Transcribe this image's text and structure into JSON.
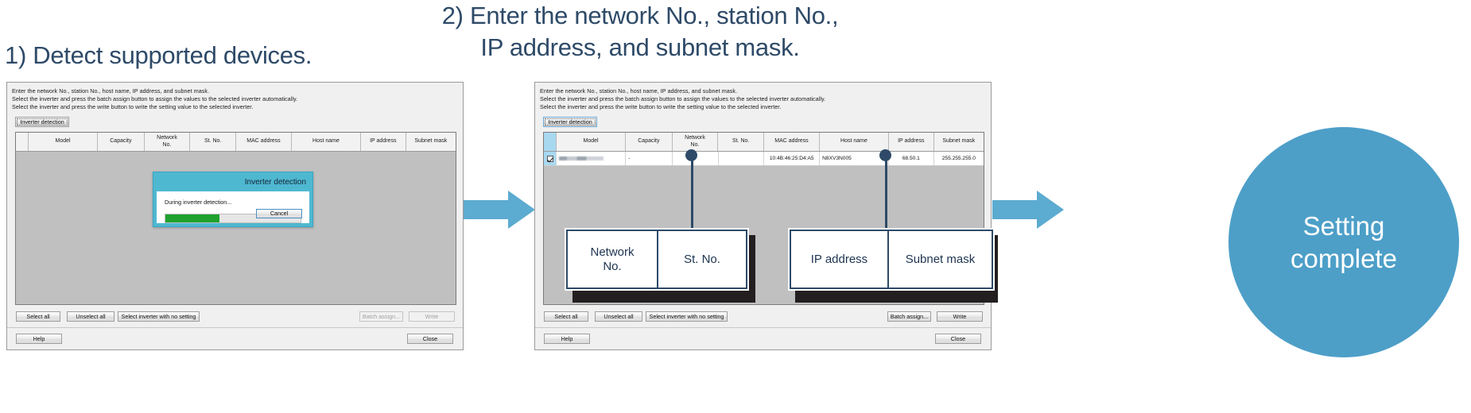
{
  "headings": {
    "step1": "1) Detect supported devices.",
    "step2": "2) Enter the network No., station No.,\nIP address, and subnet mask."
  },
  "dialog": {
    "instructions": "Enter the network No., station No., host name, IP address, and subnet mask.\nSelect the inverter and press the batch assign button to assign the values to the selected inverter automatically.\nSelect the inverter and press the write button to write the setting value to the selected inverter.",
    "detect_button": "Inverter detection",
    "columns": [
      "Model",
      "Capacity",
      "Network\nNo.",
      "St. No.",
      "MAC address",
      "Host name",
      "IP address",
      "Subnet mask"
    ],
    "footer_buttons": {
      "select_all": "Select all",
      "unselect_all": "Unselect all",
      "select_no_setting": "Select inverter with no setting",
      "batch_assign": "Batch assign...",
      "write": "Write"
    },
    "bottom_buttons": {
      "help": "Help",
      "close": "Close"
    }
  },
  "progress_dialog": {
    "title": "Inverter detection",
    "message": "During inverter detection...",
    "progress_percent": 40,
    "cancel_button": "Cancel"
  },
  "row": {
    "model": "",
    "capacity": "-",
    "network_no": "",
    "st_no": "",
    "mac_address": "10:4B:46:25:D4:A5",
    "host_name": "N8XV3N005",
    "ip_address": "68.50.1",
    "subnet_mask": "255.255.255.0"
  },
  "callouts": {
    "network_no": "Network\nNo.",
    "st_no": "St. No.",
    "ip_address": "IP address",
    "subnet_mask": "Subnet mask"
  },
  "result": {
    "label": "Setting\ncomplete"
  },
  "colors": {
    "heading": "#2e4a68",
    "accent_arrow": "#5cabd0",
    "circle": "#4d9fc8",
    "progress": "#1fa22e",
    "title_bar": "#4fb8d1",
    "checkbox_cell": "#a8d8f0"
  }
}
